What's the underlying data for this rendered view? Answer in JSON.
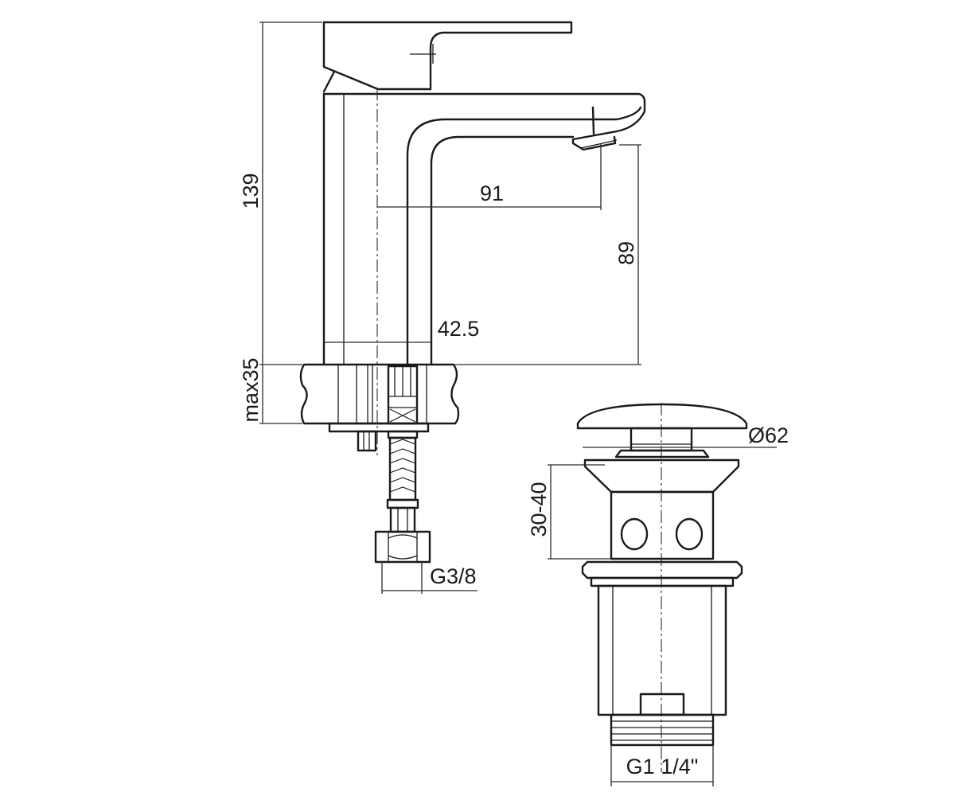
{
  "faucet": {
    "dim_height": "139",
    "dim_reach": "91",
    "dim_spout_height": "89",
    "dim_body": "42.5",
    "dim_mount": "max35",
    "dim_connection": "G3/8"
  },
  "drain": {
    "dim_diameter": "Ø62",
    "dim_range": "30-40",
    "dim_thread": "G1 1/4\""
  }
}
